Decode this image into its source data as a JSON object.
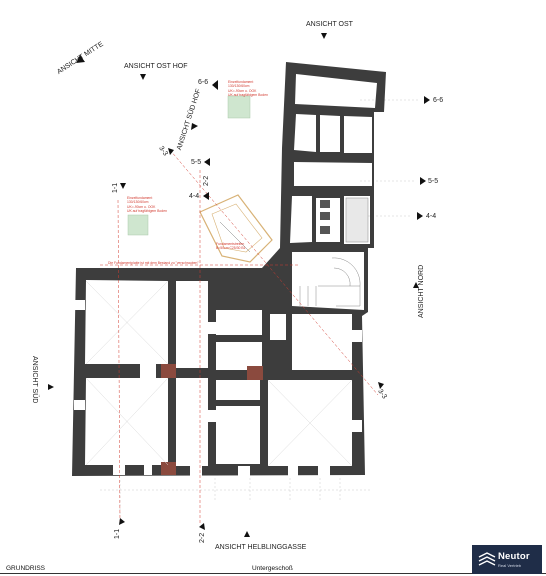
{
  "views": {
    "mitte": "ANSICHT MITTE",
    "ost": "ANSICHT OST",
    "ost_hof": "ANSICHT OST HOF",
    "sued_hof": "ANSICHT SÜD HOF",
    "nord": "ANSICHT NORD",
    "sued": "ANSICHT SÜD",
    "helblinggasse": "ANSICHT HELBLINGGASSE"
  },
  "sections": {
    "s66_left": "6-6",
    "s66_right": "6-6",
    "s55_left": "5-5",
    "s55_right": "5-5",
    "s44_left": "4-4",
    "s44_right": "4-4",
    "s33_top": "3-3",
    "s33_right": "3-3",
    "s22_top": "2-2",
    "s22_bottom": "2-2",
    "s11_top": "1-1",
    "s11_bottom": "1-1"
  },
  "notes": {
    "fund_top": "Einzelfundament\n130/130/60cm\nUK=-90cm u. OOK\nUK auf tragfähigem Boden",
    "fund_left": "Einzelfundament\n130/130/60cm\nUK=-90cm u. OOK\nUK auf tragfähigem Boden",
    "fenster": "Fundamentstreifen\nB=50cm C25/30 B1",
    "bestand": "Die Fundamentplatte ist mit dem Bestand zu \"verschrauben\""
  },
  "footer": {
    "left": "GRUNDRISS",
    "center": "Untergeschoß"
  },
  "logo": {
    "brand": "Neutor",
    "tagline": "Real Vertrieb"
  },
  "colors": {
    "wall": "#3d3d3d",
    "note": "#d23b30",
    "green": "#cfe6cf",
    "brick": "#8b4a3e",
    "logo_bg": "#1f2d48"
  }
}
